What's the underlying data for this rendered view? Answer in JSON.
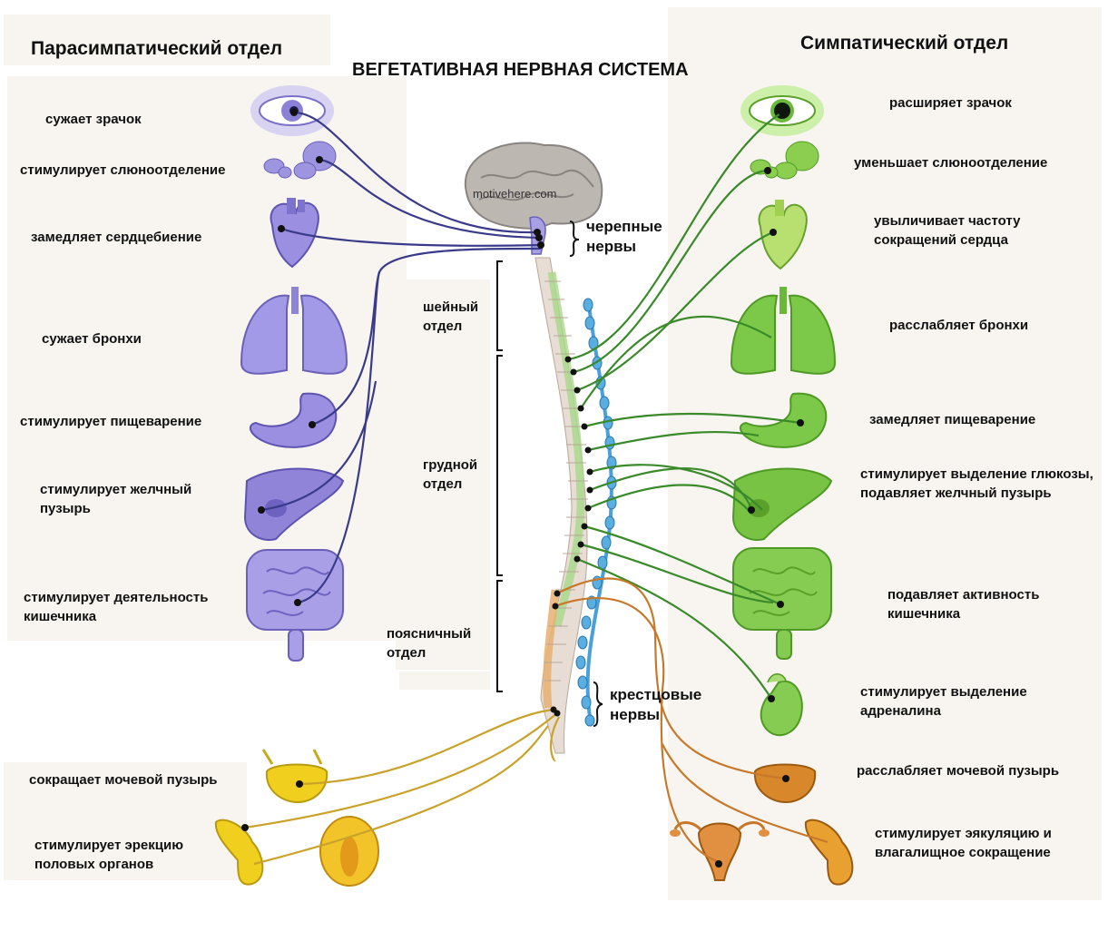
{
  "title": "ВЕГЕТАТИВНАЯ НЕРВНАЯ СИСТЕМА",
  "watermark": "motivehere.com",
  "left": {
    "heading": "Парасимпатический отдел",
    "color": "#3a3a8a",
    "effects": [
      {
        "text": "сужает зрачок"
      },
      {
        "text": "стимулирует слюноотделение"
      },
      {
        "text": "замедляет сердцебиение"
      },
      {
        "text": "сужает бронхи"
      },
      {
        "text": "стимулирует пищеварение"
      },
      {
        "text": "стимулирует желчный пузырь"
      },
      {
        "text": "стимулирует деятельность кишечника"
      },
      {
        "text": "сокращает мочевой пузырь"
      },
      {
        "text": "стимулирует эрекцию половых органов"
      }
    ]
  },
  "right": {
    "heading": "Симпатический отдел",
    "color": "#3a8a2a",
    "effects": [
      {
        "text": "расширяет зрачок"
      },
      {
        "text": "уменьшает слюноотделение"
      },
      {
        "text": "увыличивает частоту сокращений сердца"
      },
      {
        "text": "расслабляет бронхи"
      },
      {
        "text": "замедляет пищеварение"
      },
      {
        "text": "стимулирует выделение глюкозы, подавляет желчный пузырь"
      },
      {
        "text": "подавляет активность кишечника"
      },
      {
        "text": "стимулирует выделение адреналина"
      },
      {
        "text": "расслабляет мочевой пузырь"
      },
      {
        "text": "стимулирует эякуляцию и влагалищное сокращение"
      }
    ]
  },
  "spine_labels": {
    "cranial": "черепные нервы",
    "cervical": "шейный отдел",
    "thoracic": "грудной отдел",
    "lumbar": "поясничный отдел",
    "sacral": "крестцовые нервы"
  },
  "colors": {
    "parasympathetic_organs": "#8c7fd6",
    "sympathetic_organs": "#7cc94a",
    "pelvic_organs": "#e8c422",
    "sacral_nerve": "#c8a22a",
    "lumbar_nerve": "#c8782a",
    "sympathetic_chain": "#4aa0d8",
    "brain": "#b8b2ae"
  }
}
